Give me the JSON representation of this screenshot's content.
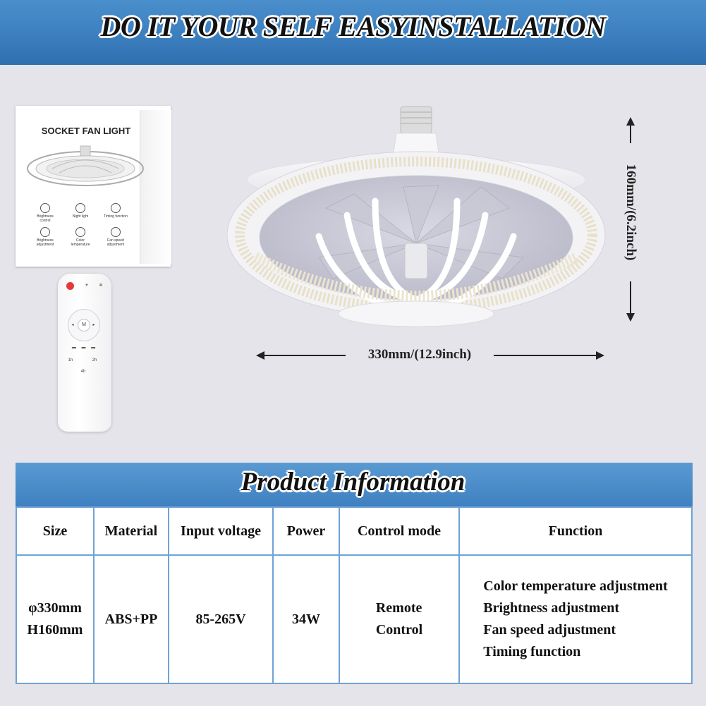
{
  "headline": "DO IT YOUR SELF EASYINSTALLATION",
  "box": {
    "title": "SOCKET FAN LIGHT",
    "icon_labels": [
      "Brightness control",
      "Night light",
      "Timing function",
      "Brightness adjustment",
      "Color temperature",
      "Fan speed adjustment"
    ]
  },
  "remote": {
    "buttons": [
      "M",
      "1h",
      "2h",
      "4h"
    ]
  },
  "dimensions": {
    "width": "330mm/(12.9inch)",
    "height": "160mm/(6.2inch)"
  },
  "product_info": {
    "title": "Product Information",
    "headers": {
      "size": "Size",
      "material": "Material",
      "input_voltage": "Input voltage",
      "power": "Power",
      "control_mode": "Control mode",
      "function": "Function"
    },
    "values": {
      "size_line1": "φ330mm",
      "size_line2": "H160mm",
      "material": "ABS+PP",
      "input_voltage": "85-265V",
      "power": "34W",
      "control_line1": "Remote",
      "control_line2": "Control",
      "functions": [
        "Color temperature adjustment",
        "Brightness adjustment",
        "Fan speed adjustment",
        "Timing function"
      ]
    }
  },
  "colors": {
    "banner_blue": "#3f80c1",
    "table_border": "#6fa3d6",
    "background": "#e4e4ea"
  }
}
